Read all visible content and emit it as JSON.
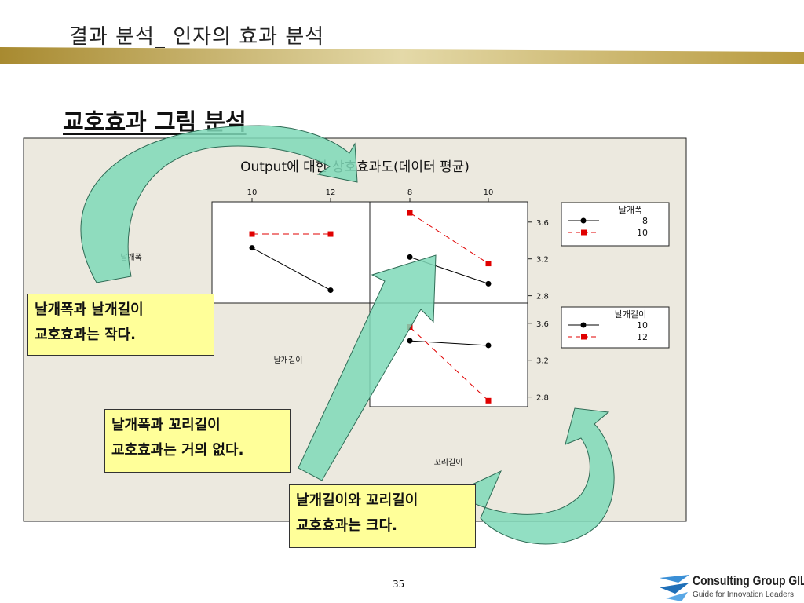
{
  "slide": {
    "title": "결과 분석_ 인자의 효과 분석",
    "section_heading": "교호효과 그림 분석",
    "page_number": "35"
  },
  "colors": {
    "chart_bg": "#ece9df",
    "series_black": "#000000",
    "series_red": "#e00000",
    "arrow_fill": "#7fd9b8",
    "callout_bg": "#ffff99",
    "band_gold": "#b89a3e"
  },
  "chart_data": {
    "type": "line",
    "title": "Output에 대한 상호효과도(데이터 평균)",
    "row_factors": [
      "날개폭",
      "날개길이"
    ],
    "col_factors": [
      "날개길이",
      "꼬리길이"
    ],
    "panels": [
      {
        "x_factor": "날개길이",
        "trace_factor": "날개폭",
        "x": [
          10,
          12
        ],
        "series": [
          {
            "name": "8",
            "color": "black",
            "marker": "circle",
            "style": "solid",
            "values": [
              3.32,
              2.86
            ]
          },
          {
            "name": "10",
            "color": "red",
            "marker": "square",
            "style": "dashed",
            "values": [
              3.47,
              3.47
            ]
          }
        ]
      },
      {
        "x_factor": "꼬리길이",
        "trace_factor": "날개폭",
        "x": [
          8,
          10
        ],
        "series": [
          {
            "name": "8",
            "color": "black",
            "marker": "circle",
            "style": "solid",
            "values": [
              3.22,
              2.93
            ]
          },
          {
            "name": "10",
            "color": "red",
            "marker": "square",
            "style": "dashed",
            "values": [
              3.7,
              3.15
            ]
          }
        ]
      },
      {
        "x_factor": "꼬리길이",
        "trace_factor": "날개길이",
        "x": [
          8,
          10
        ],
        "series": [
          {
            "name": "10",
            "color": "black",
            "marker": "circle",
            "style": "solid",
            "values": [
              3.41,
              3.36
            ]
          },
          {
            "name": "12",
            "color": "red",
            "marker": "square",
            "style": "dashed",
            "values": [
              3.56,
              2.76
            ]
          }
        ]
      }
    ],
    "top_ticks": [
      "10",
      "12",
      "8",
      "10"
    ],
    "yticks": [
      2.8,
      3.2,
      3.6
    ],
    "ytick_labels": [
      "2.8",
      "3.2",
      "3.6"
    ],
    "ylim": [
      2.72,
      3.82
    ],
    "legends": [
      {
        "title": "날개폭",
        "entries": [
          "8",
          "10"
        ]
      },
      {
        "title": "날개길이",
        "entries": [
          "10",
          "12"
        ]
      }
    ]
  },
  "callouts": [
    {
      "line1": "날개폭과 날개길이",
      "line2": "교호효과는 작다."
    },
    {
      "line1": "날개폭과 꼬리길이",
      "line2": "교호효과는 거의 없다."
    },
    {
      "line1": "날개길이와 꼬리길이",
      "line2": "교호효과는 크다."
    }
  ],
  "logo": {
    "name": "Consulting Group GIL",
    "tagline": "Guide for Innovation Leaders"
  }
}
